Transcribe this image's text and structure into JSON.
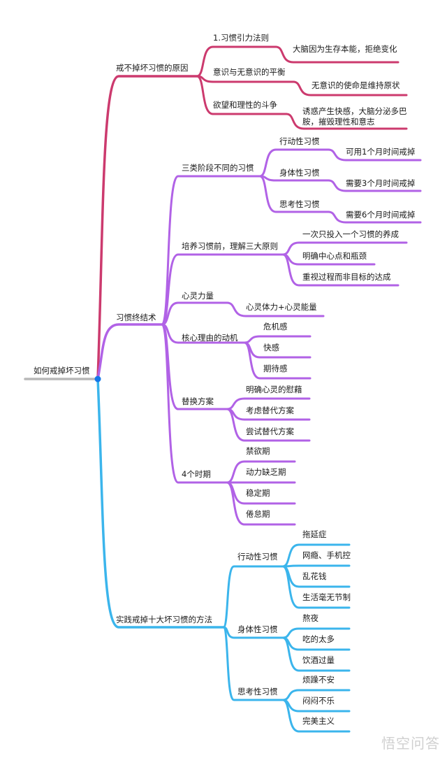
{
  "colors": {
    "root_line": "#b8b8b8",
    "node_dot": "#1477e8",
    "branch1": "#cc3a6e",
    "branch2": "#b162e6",
    "branch3": "#3bb5ec"
  },
  "root": {
    "label": "如何戒掉坏习惯"
  },
  "branches": [
    {
      "label": "戒不掉坏习惯的原因",
      "children": [
        {
          "label": "1.习惯引力法则",
          "children": [
            {
              "label": "大脑因为生存本能，拒绝变化"
            }
          ]
        },
        {
          "label": "意识与无意识的平衡",
          "children": [
            {
              "label": "无意识的使命是维持原状"
            }
          ]
        },
        {
          "label": "欲望和理性的斗争",
          "children": [
            {
              "label": "诱惑产生快感，大脑分泌多巴胺，摧毁理性和意志"
            }
          ]
        }
      ]
    },
    {
      "label": "习惯终结术",
      "children": [
        {
          "label": "三类阶段不同的习惯",
          "children": [
            {
              "label": "行动性习惯",
              "children": [
                {
                  "label": "可用1个月时间戒掉"
                }
              ]
            },
            {
              "label": "身体性习惯",
              "children": [
                {
                  "label": "需要3个月时间戒掉"
                }
              ]
            },
            {
              "label": "思考性习惯",
              "children": [
                {
                  "label": "需要6个月时间戒掉"
                }
              ]
            }
          ]
        },
        {
          "label": "培养习惯前，理解三大原则",
          "children": [
            {
              "label": "一次只投入一个习惯的养成"
            },
            {
              "label": "明确中心点和瓶颈"
            },
            {
              "label": "重视过程而非目标的达成"
            }
          ]
        },
        {
          "label": "心灵力量",
          "children": [
            {
              "label": "心灵体力+心灵能量"
            }
          ]
        },
        {
          "label": "核心理由的动机",
          "children": [
            {
              "label": "危机感"
            },
            {
              "label": "快感"
            },
            {
              "label": "期待感"
            }
          ]
        },
        {
          "label": "替换方案",
          "children": [
            {
              "label": "明确心灵的慰藉"
            },
            {
              "label": "考虑替代方案"
            },
            {
              "label": "尝试替代方案"
            }
          ]
        },
        {
          "label": "4个时期",
          "children": [
            {
              "label": "禁欲期"
            },
            {
              "label": "动力缺乏期"
            },
            {
              "label": "稳定期"
            },
            {
              "label": "倦怠期"
            }
          ]
        }
      ]
    },
    {
      "label": "实践戒掉十大坏习惯的方法",
      "children": [
        {
          "label": "行动性习惯",
          "children": [
            {
              "label": "拖延症"
            },
            {
              "label": "网瘾、手机控"
            },
            {
              "label": "乱花钱"
            },
            {
              "label": "生活毫无节制"
            }
          ]
        },
        {
          "label": "身体性习惯",
          "children": [
            {
              "label": "熬夜"
            },
            {
              "label": "吃的太多"
            },
            {
              "label": "饮酒过量"
            }
          ]
        },
        {
          "label": "思考性习惯",
          "children": [
            {
              "label": "烦躁不安"
            },
            {
              "label": "闷闷不乐"
            },
            {
              "label": "完美主义"
            }
          ]
        }
      ]
    }
  ],
  "watermark": "悟空问答"
}
